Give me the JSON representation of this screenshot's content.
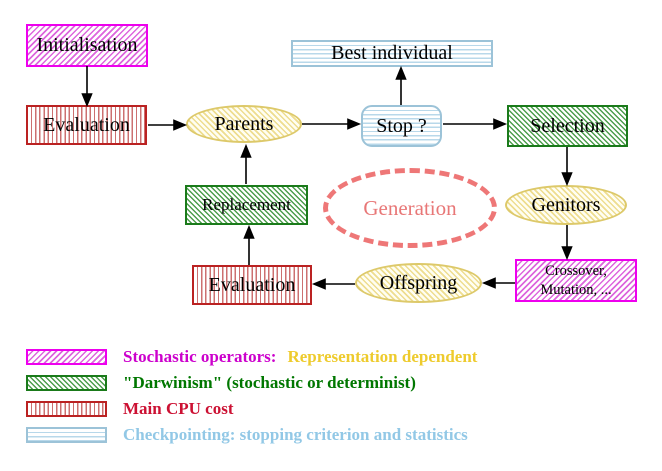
{
  "nodes": {
    "initialisation": {
      "label": "Initialisation",
      "pattern": "magenta-diagonal-hatch"
    },
    "evaluation_top": {
      "label": "Evaluation",
      "pattern": "red-vertical-stripes"
    },
    "parents": {
      "label": "Parents",
      "shape": "ellipse",
      "pattern": "yellow-diagonal-hatch"
    },
    "best_individual": {
      "label": "Best individual",
      "pattern": "cyan-horizontal-stripes"
    },
    "stop": {
      "label": "Stop ?",
      "pattern": "cyan-horizontal-stripes"
    },
    "selection": {
      "label": "Selection",
      "pattern": "green-diagonal-hatch"
    },
    "replacement": {
      "label": "Replacement",
      "pattern": "green-diagonal-hatch"
    },
    "generation": {
      "label": "Generation",
      "shape": "dashed-ellipse"
    },
    "genitors": {
      "label": "Genitors",
      "shape": "ellipse",
      "pattern": "yellow-diagonal-hatch"
    },
    "evaluation_bottom": {
      "label": "Evaluation",
      "pattern": "red-vertical-stripes"
    },
    "offspring": {
      "label": "Offspring",
      "shape": "ellipse",
      "pattern": "yellow-diagonal-hatch"
    },
    "crossover_mutation": {
      "line1": "Crossover,",
      "line2": "Mutation, ...",
      "pattern": "magenta-diagonal-hatch"
    }
  },
  "legend": {
    "rows": [
      {
        "swatch": "magenta-diagonal-hatch",
        "label": "Stochastic operators:",
        "label_color": "#cc00cc",
        "suffix": "Representation dependent",
        "suffix_color": "#eecb2d"
      },
      {
        "swatch": "green-diagonal-hatch",
        "label": "\"Darwinism\" (stochastic or determinist)",
        "label_color": "#007700"
      },
      {
        "swatch": "red-vertical-stripes",
        "label": "Main CPU cost",
        "label_color": "#cc1133"
      },
      {
        "swatch": "cyan-horizontal-stripes",
        "label": "Checkpointing: stopping criterion and statistics",
        "label_color": "#92c8e6"
      }
    ]
  },
  "colors": {
    "magenta_border": "#ee00ee",
    "magenta_hatch": "#dd66dd",
    "green_border": "#1a7a1a",
    "green_hatch": "#4d9e4d",
    "red_border": "#bb2222",
    "red_stripe": "#cc7070",
    "cyan_border": "#9cc3d8",
    "cyan_stripe": "#b8d8ea",
    "yellow_border": "#ddc96a",
    "yellow_hatch": "#eedd90",
    "salmon": "#ee7777",
    "node_text": "#000000",
    "background": "#ffffff"
  }
}
